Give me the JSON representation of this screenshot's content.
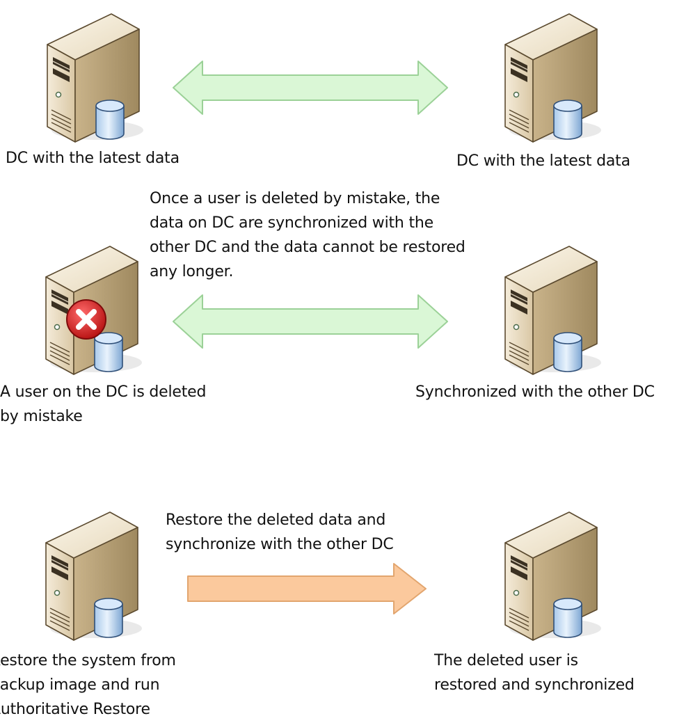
{
  "colors": {
    "sync_arrow_fill": "#daf7d6",
    "sync_arrow_stroke": "#9bd197",
    "restore_arrow_fill": "#fbc99d",
    "restore_arrow_stroke": "#e2a56e",
    "error_badge": "#d11f1f"
  },
  "row1": {
    "left_label": "DC with the latest data",
    "right_label": "DC with the latest data",
    "left_icon": "server-icon",
    "right_icon": "server-icon",
    "arrow_icon": "double-arrow-icon"
  },
  "row2": {
    "note": "Once a user is deleted by mistake, the\ndata on DC are synchronized with the\nother DC and the data cannot be restored\nany longer.",
    "left_label": "A user on the DC is deleted\nby mistake",
    "right_label": "Synchronized with the other DC",
    "left_icon": "server-icon",
    "error_icon": "error-x-icon",
    "right_icon": "server-icon",
    "arrow_icon": "double-arrow-icon"
  },
  "row3": {
    "note": "Restore the deleted data and\nsynchronize with the other DC",
    "left_label": "Restore the system from\nbackup image and run\nAuthoritative Restore",
    "right_label": "The deleted user is\nrestored and synchronized",
    "left_icon": "server-icon",
    "right_icon": "server-icon",
    "arrow_icon": "right-arrow-icon"
  }
}
